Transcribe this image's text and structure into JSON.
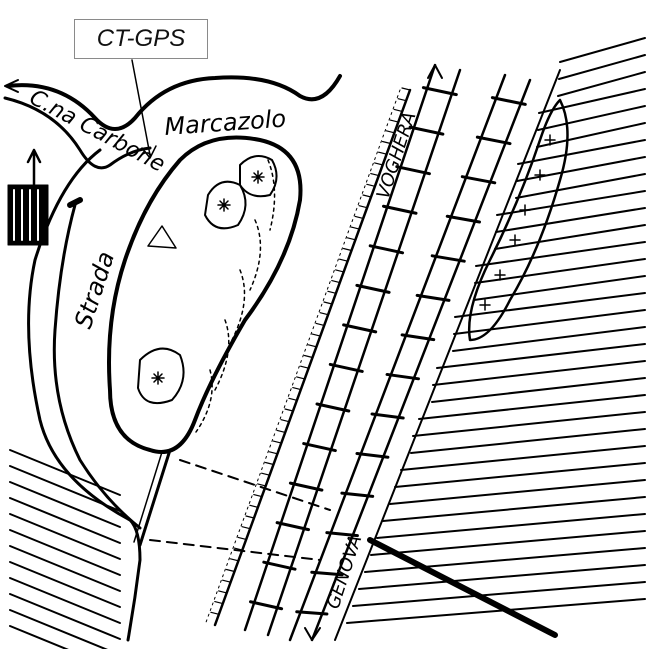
{
  "callout": {
    "label": "CT-GPS"
  },
  "labels": {
    "road_cna": "C.na Carbone",
    "place": "Marcazolo",
    "road": "Strada",
    "rail_north": "VOGHERA",
    "rail_south": "GENOVA"
  },
  "colors": {
    "ink": "#000000",
    "paper": "#ffffff",
    "callout_border": "#8a8a8a"
  }
}
